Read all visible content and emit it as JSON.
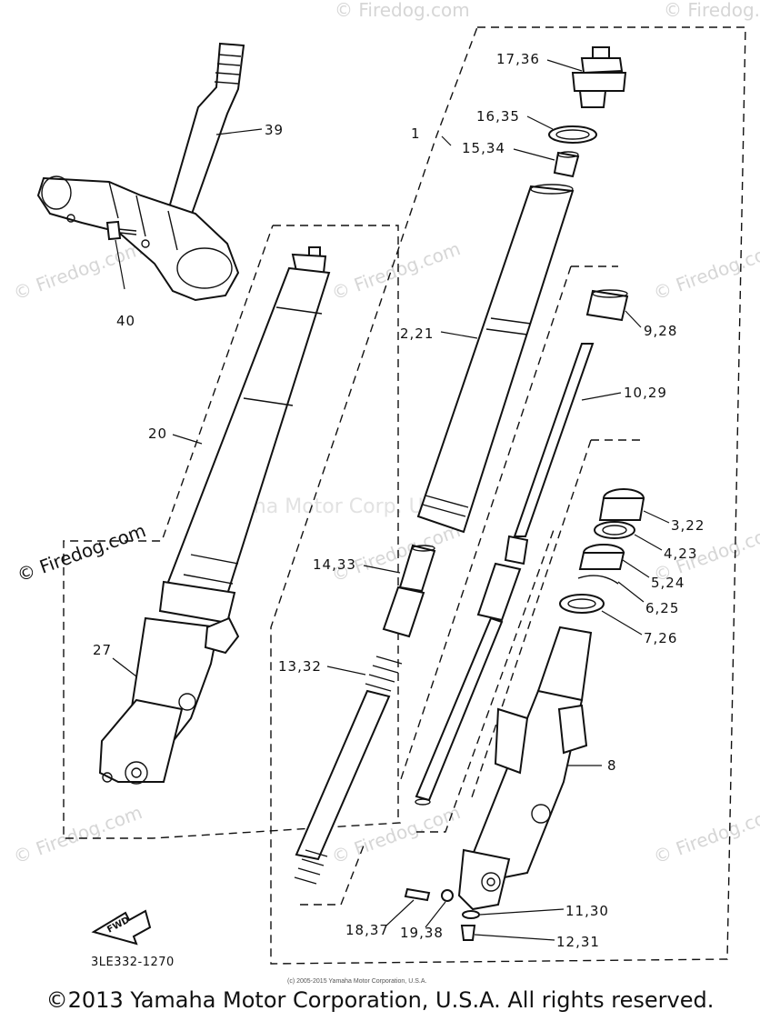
{
  "watermarks": {
    "site": "© Firedog.com",
    "center": "Yamaha Motor Corp. U.S.A."
  },
  "diagram_code": "3LE332-1270",
  "fwd_label": "FWD",
  "small_copyright": "(c) 2005-2015 Yamaha Motor Corporation, U.S.A.",
  "footer_copyright": "©2013 Yamaha Motor Corporation, U.S.A. All rights reserved.",
  "callouts": {
    "c1": "1",
    "c17": "17,36",
    "c16": "16,35",
    "c15": "15,34",
    "c39": "39",
    "c40": "40",
    "c2": "2,21",
    "c9": "9,28",
    "c10": "10,29",
    "c20": "20",
    "c3": "3,22",
    "c4": "4,23",
    "c5": "5,24",
    "c6": "6,25",
    "c7": "7,26",
    "c14": "14,33",
    "c13": "13,32",
    "c27": "27",
    "c8": "8",
    "c11": "11,30",
    "c18": "18,37",
    "c19": "19,38",
    "c12": "12,31"
  }
}
